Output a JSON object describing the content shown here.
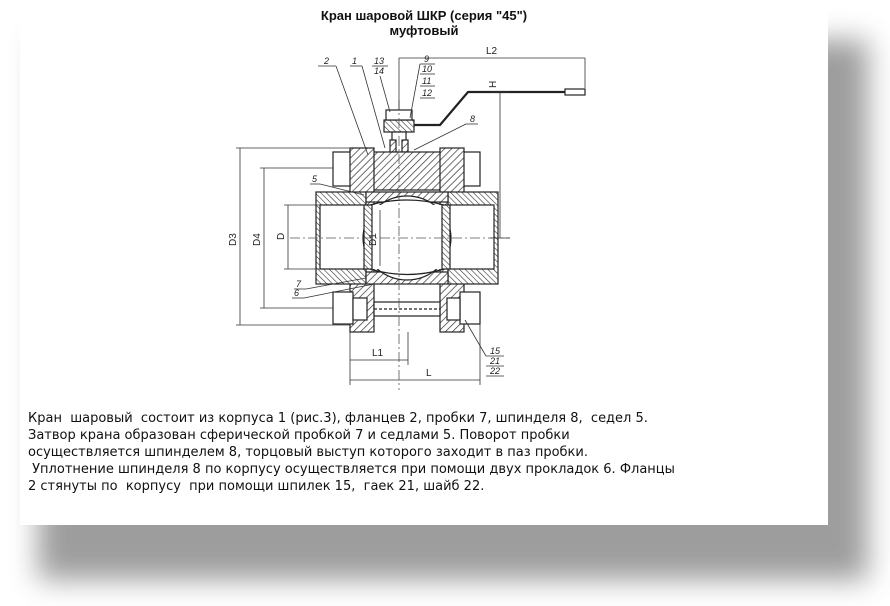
{
  "title": {
    "line1": "Кран шаровой ШКР (серия \"45\")",
    "line2": "муфтовый"
  },
  "dimensions": {
    "L2": "L2",
    "H": "H",
    "D3": "D3",
    "D4": "D4",
    "D": "D",
    "D1": "D1",
    "L1": "L1",
    "L": "L"
  },
  "callouts": {
    "c2": "2",
    "c1": "1",
    "c13": "13",
    "c14": "14",
    "c9": "9",
    "c10": "10",
    "c11": "11",
    "c12": "12",
    "c8": "8",
    "c5": "5",
    "c7": "7",
    "c6": "6",
    "c15": "15",
    "c21": "21",
    "c22": "22"
  },
  "description": [
    "Кран  шаровый  состоит из корпуса 1 (рис.3), фланцев 2, пробки 7, шпинделя 8,  седел 5.",
    "Затвор крана образован сферической пробкой 7 и седлами 5. Поворот пробки",
    "осуществляется шпинделем 8, торцовый выступ которого заходит в паз пробки.",
    " Уплотнение шпинделя 8 по корпусу осуществляется при помощи двух прокладок 6. Фланцы",
    "2 стянуты по  корпусу  при помощи шпилек 15,  гаек 21, шайб 22."
  ]
}
